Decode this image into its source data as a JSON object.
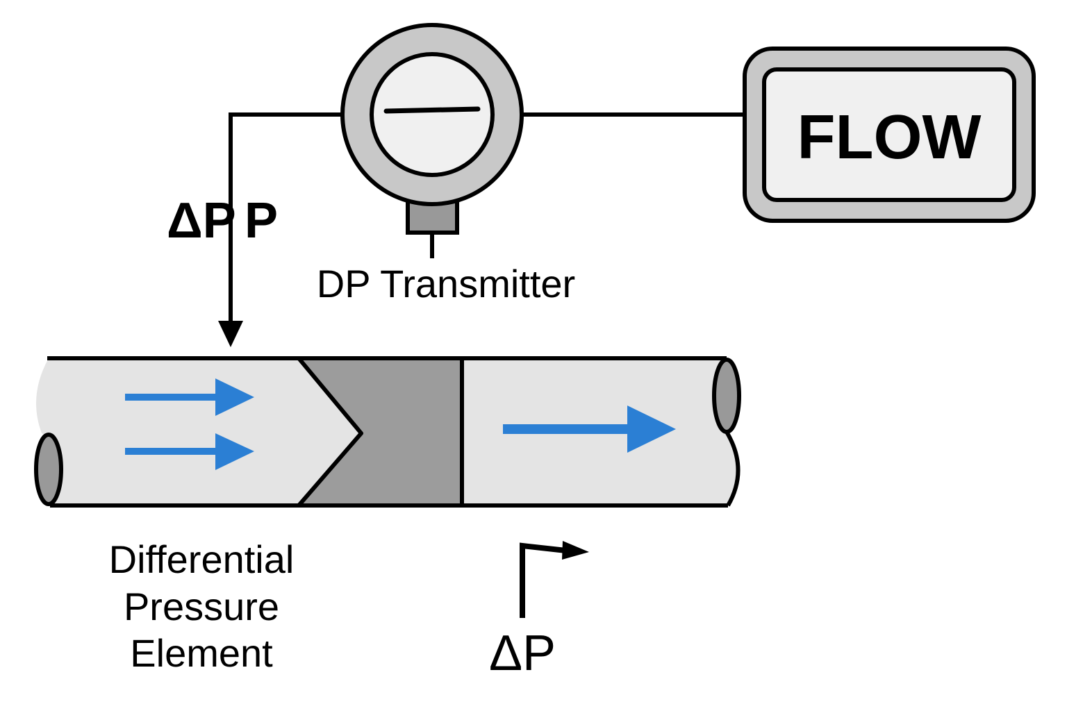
{
  "labels": {
    "delta_p_left": "ΔP",
    "p_left": "P",
    "transmitter": "DP Transmitter",
    "flow_display": "FLOW",
    "element_line1": "Differential",
    "element_line2": "Pressure",
    "element_line3": "Element",
    "delta_p_bottom": "ΔP"
  },
  "colors": {
    "flow_arrow": "#2b7fd4",
    "pipe_fill": "#e4e4e4",
    "element_fill": "#9c9c9c",
    "housing_fill": "#c8c8c8",
    "face_fill": "#f0f0f0"
  }
}
